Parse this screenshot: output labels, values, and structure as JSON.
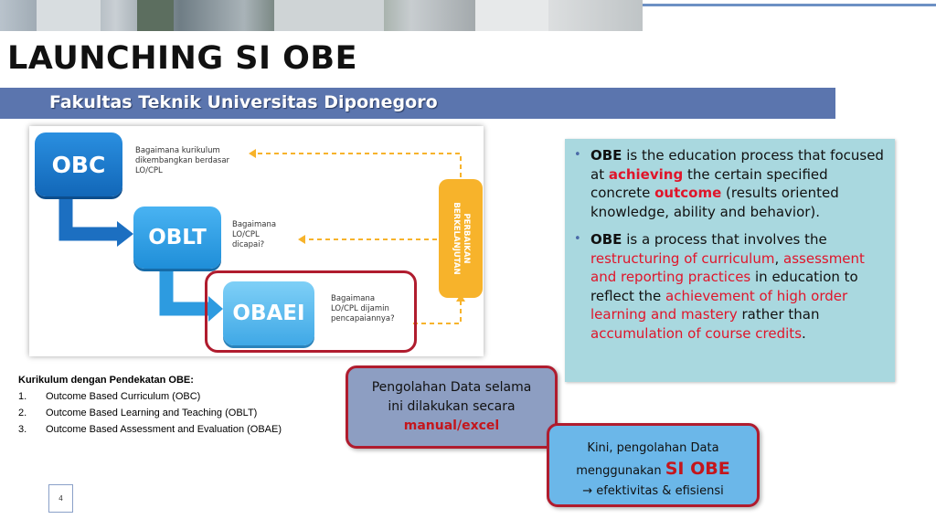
{
  "slide": {
    "title": "LAUNCHING SI OBE",
    "subtitle": "Fakultas Teknik Universitas Diponegoro",
    "page_number": "4"
  },
  "diagram": {
    "boxes": [
      "OBC",
      "OBLT",
      "OBAEI"
    ],
    "label_obc": [
      "Bagaimana kurikulum",
      "dikembangkan berdasar",
      "LO/CPL"
    ],
    "label_oblt": [
      "Bagaimana",
      "LO/CPL",
      "dicapai?"
    ],
    "label_obaei": [
      "Bagaimana",
      "LO/CPL dijamin",
      "pencapaiannya?"
    ],
    "perbaikan": [
      "PERBAIKAN",
      "BERKELANJUTAN"
    ],
    "colors": {
      "obc": "#1a78cc",
      "oblt": "#2e9fe3",
      "obaei": "#5ebcf0",
      "perbaikan": "#f7b32b",
      "frame": "#b01c2e"
    }
  },
  "kurikulum": {
    "heading": "Kurikulum dengan Pendekatan OBE:",
    "items": [
      {
        "num": "1.",
        "text": "Outcome Based Curriculum (OBC)"
      },
      {
        "num": "2.",
        "text": "Outcome Based Learning and Teaching (OBLT)"
      },
      {
        "num": "3.",
        "text": "Outcome Based Assessment and Evaluation (OBAE)"
      }
    ]
  },
  "info": {
    "b1": {
      "obe": "OBE",
      "t1": " is the education process that focused at ",
      "achieving": "achieving",
      "t2": " the certain specified concrete ",
      "outcome": "outcome",
      "t3": " (results oriented knowledge, ability and behavior)."
    },
    "b2": {
      "obe": "OBE",
      "t1": " is a process that involves the ",
      "r1": "restructuring of curriculum",
      "t2": ", ",
      "r2": "assessment and reporting practices",
      "t3": " in education to reflect the ",
      "r3": "achievement of high order learning and mastery",
      "t4": " rather than ",
      "r4": "accumulation of course credits",
      "t5": "."
    }
  },
  "manual_box": {
    "line1": "Pengolahan Data selama",
    "line2": "ini dilakukan secara",
    "line3": "manual/excel"
  },
  "siobe_box": {
    "line1": "Kini, pengolahan Data",
    "line2a": "menggunakan ",
    "line2b": "SI OBE",
    "line3": "→ efektivitas & efisiensi"
  },
  "accent_colors": {
    "title_bar": "#5b75ae",
    "highlight_red": "#e0152a",
    "info_bg": "#a9d8df"
  }
}
